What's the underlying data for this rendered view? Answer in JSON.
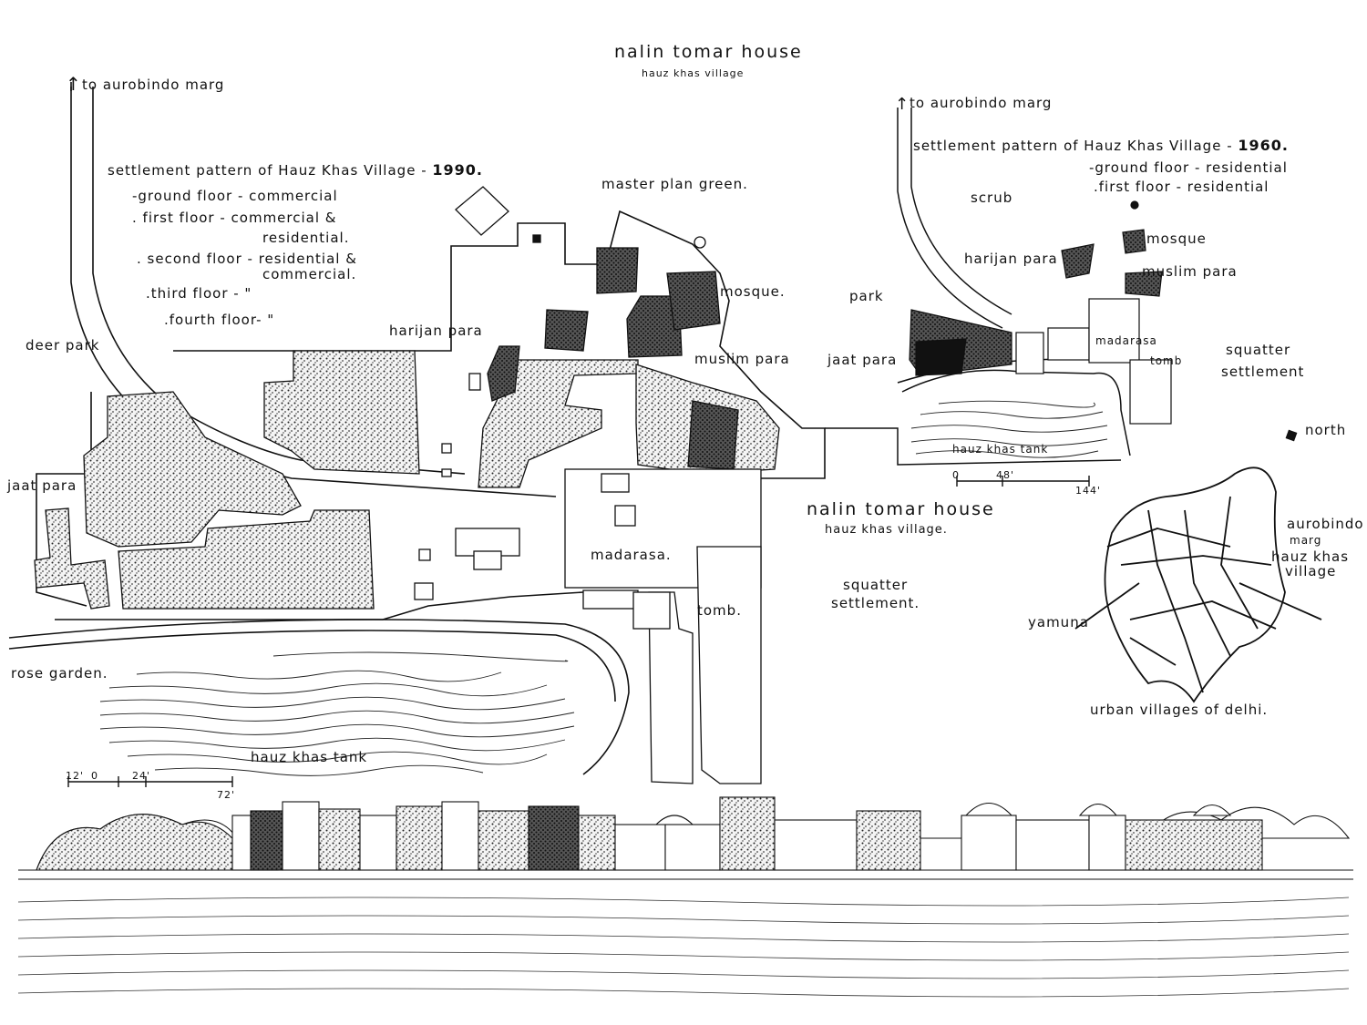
{
  "title": "nalin tomar house",
  "subtitle": "hauz khas village",
  "plan_1990": {
    "heading": "settlement pattern of Hauz Khas Village -",
    "year": "1990.",
    "floors": [
      "-ground floor - commercial",
      ". first floor - commercial &",
      "residential.",
      ". second floor - residential &",
      "commercial.",
      ".third floor - \"",
      ".fourth floor- \""
    ],
    "labels": {
      "to_road": "to aurobindo marg",
      "master_plan_green": "master plan green.",
      "mosque": "mosque.",
      "harijan_para": "harijan para",
      "muslim_para": "muslim para",
      "deer_park": "deer park",
      "jaat_para": "jaat para",
      "madarasa": "madarasa.",
      "tomb": "tomb.",
      "rose_garden": "rose garden.",
      "hauz_khas_tank": "hauz khas tank",
      "squatter": "squatter",
      "settlement": "settlement.",
      "site_name": "nalin tomar house",
      "site_sub": "hauz khas village."
    },
    "scale": [
      "12'",
      "0",
      "24'",
      "72'"
    ]
  },
  "plan_1960": {
    "heading": "settlement pattern of Hauz Khas Village -",
    "year": "1960.",
    "floors": [
      "-ground floor - residential",
      ".first floor - residential"
    ],
    "labels": {
      "to_road": "to aurobindo marg",
      "scrub": "scrub",
      "mosque": "mosque",
      "harijan_para": "harijan para",
      "muslim_para": "muslim para",
      "park": "park",
      "jaat_para": "jaat para",
      "madarasa": "madarasa",
      "tomb": "tomb",
      "squatter": "squatter",
      "settlement": "settlement",
      "hauz_khas_tank": "hauz khas tank"
    },
    "scale": [
      "0",
      "48'",
      "144'"
    ]
  },
  "key_map": {
    "north": "north",
    "aurobindo": "aurobindo",
    "marg": "marg",
    "hauz_khas": "hauz khas",
    "village": "village",
    "yamuna": "yamuna",
    "caption": "urban villages of delhi."
  },
  "colors": {
    "ink": "#111111",
    "paper": "#ffffff",
    "stipple": "#777777"
  },
  "icons": [
    "north-arrow-icon",
    "up-arrow-icon"
  ]
}
